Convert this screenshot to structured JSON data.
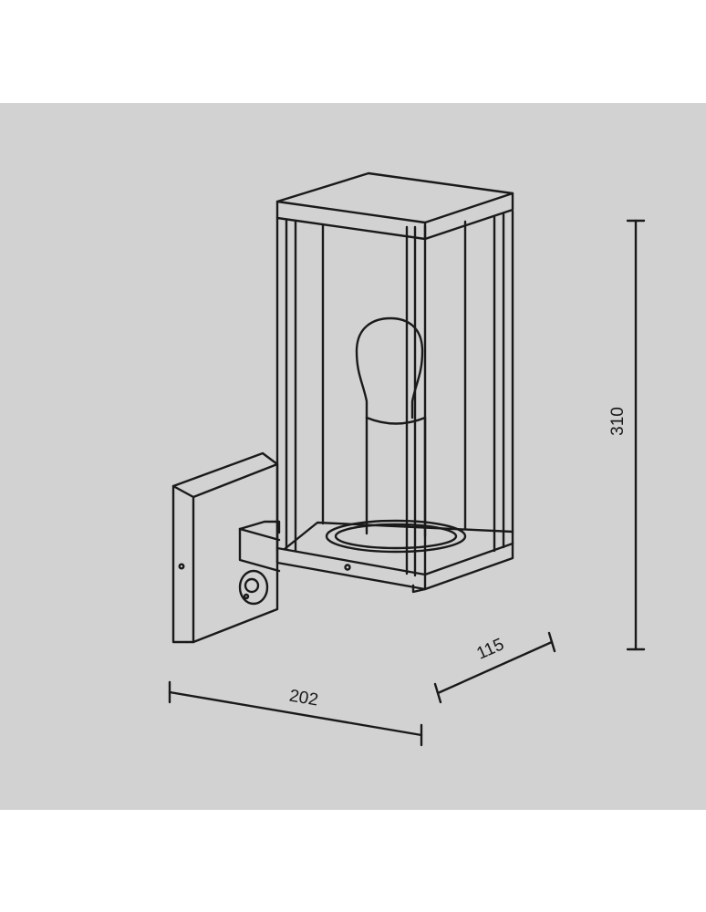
{
  "drawing": {
    "subject": "wall-lamp-with-motion-sensor",
    "background_color": "#d2d2d2",
    "line_color": "#1a1a1a"
  },
  "dimensions": {
    "width": "202",
    "depth": "115",
    "height": "310"
  }
}
